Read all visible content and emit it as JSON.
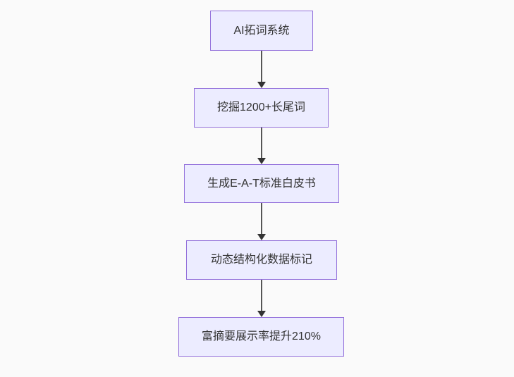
{
  "diagram": {
    "type": "flowchart",
    "direction": "top-down",
    "nodes": [
      {
        "id": "n1",
        "label": "AI拓词系统"
      },
      {
        "id": "n2",
        "label": "挖掘1200+长尾词"
      },
      {
        "id": "n3",
        "label": "生成E-A-T标准白皮书"
      },
      {
        "id": "n4",
        "label": "动态结构化数据标记"
      },
      {
        "id": "n5",
        "label": "富摘要展示率提升210%"
      }
    ],
    "edges": [
      {
        "from": "n1",
        "to": "n2"
      },
      {
        "from": "n2",
        "to": "n3"
      },
      {
        "from": "n3",
        "to": "n4"
      },
      {
        "from": "n4",
        "to": "n5"
      }
    ]
  },
  "colors": {
    "background": "#fafafa",
    "node_fill": "#ececff",
    "node_border": "#9370db",
    "node_text": "#333333",
    "edge_line": "#555555",
    "arrow_head": "#333333"
  }
}
